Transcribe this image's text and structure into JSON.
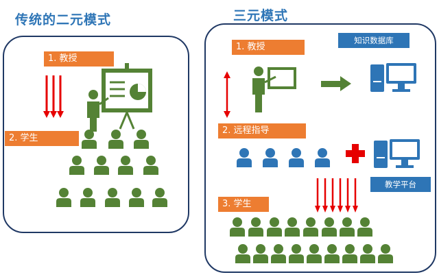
{
  "left": {
    "title": "传统的二元模式",
    "teach_label": "1. 教授",
    "student_label": "2. 学生"
  },
  "right": {
    "title": "三元模式",
    "teach_label": "1. 教授",
    "remote_label": "2. 远程指导",
    "student_label": "3. 学生",
    "knowledge_label": "知识数据库",
    "platform_label": "教学平台"
  },
  "colors": {
    "frame": "#1f3864",
    "title": "#2e75b6",
    "orange": "#ed7d31",
    "green": "#548235",
    "blue": "#2e75b6",
    "red": "#e60000"
  }
}
